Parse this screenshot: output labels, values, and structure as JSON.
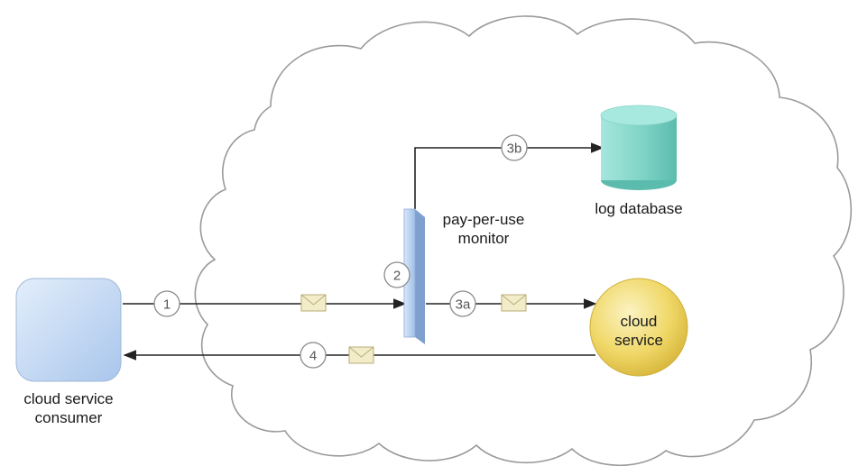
{
  "nodes": {
    "consumer": {
      "label_line1": "cloud service",
      "label_line2": "consumer"
    },
    "monitor": {
      "label_line1": "pay-per-use",
      "label_line2": "monitor"
    },
    "database": {
      "label": "log database"
    },
    "service": {
      "label_line1": "cloud",
      "label_line2": "service"
    }
  },
  "steps": {
    "s1": "1",
    "s2": "2",
    "s3a": "3a",
    "s3b": "3b",
    "s4": "4"
  },
  "colors": {
    "consumer_fill": "#c7dcf4",
    "monitor_fill": "#bcd3f0",
    "database_fill": "#7fd4c6",
    "service_fill": "#f0d868",
    "message_fill": "#f3ecc8",
    "line": "#222222"
  },
  "icons": [
    "message-envelope-icon",
    "step-number-circle"
  ]
}
